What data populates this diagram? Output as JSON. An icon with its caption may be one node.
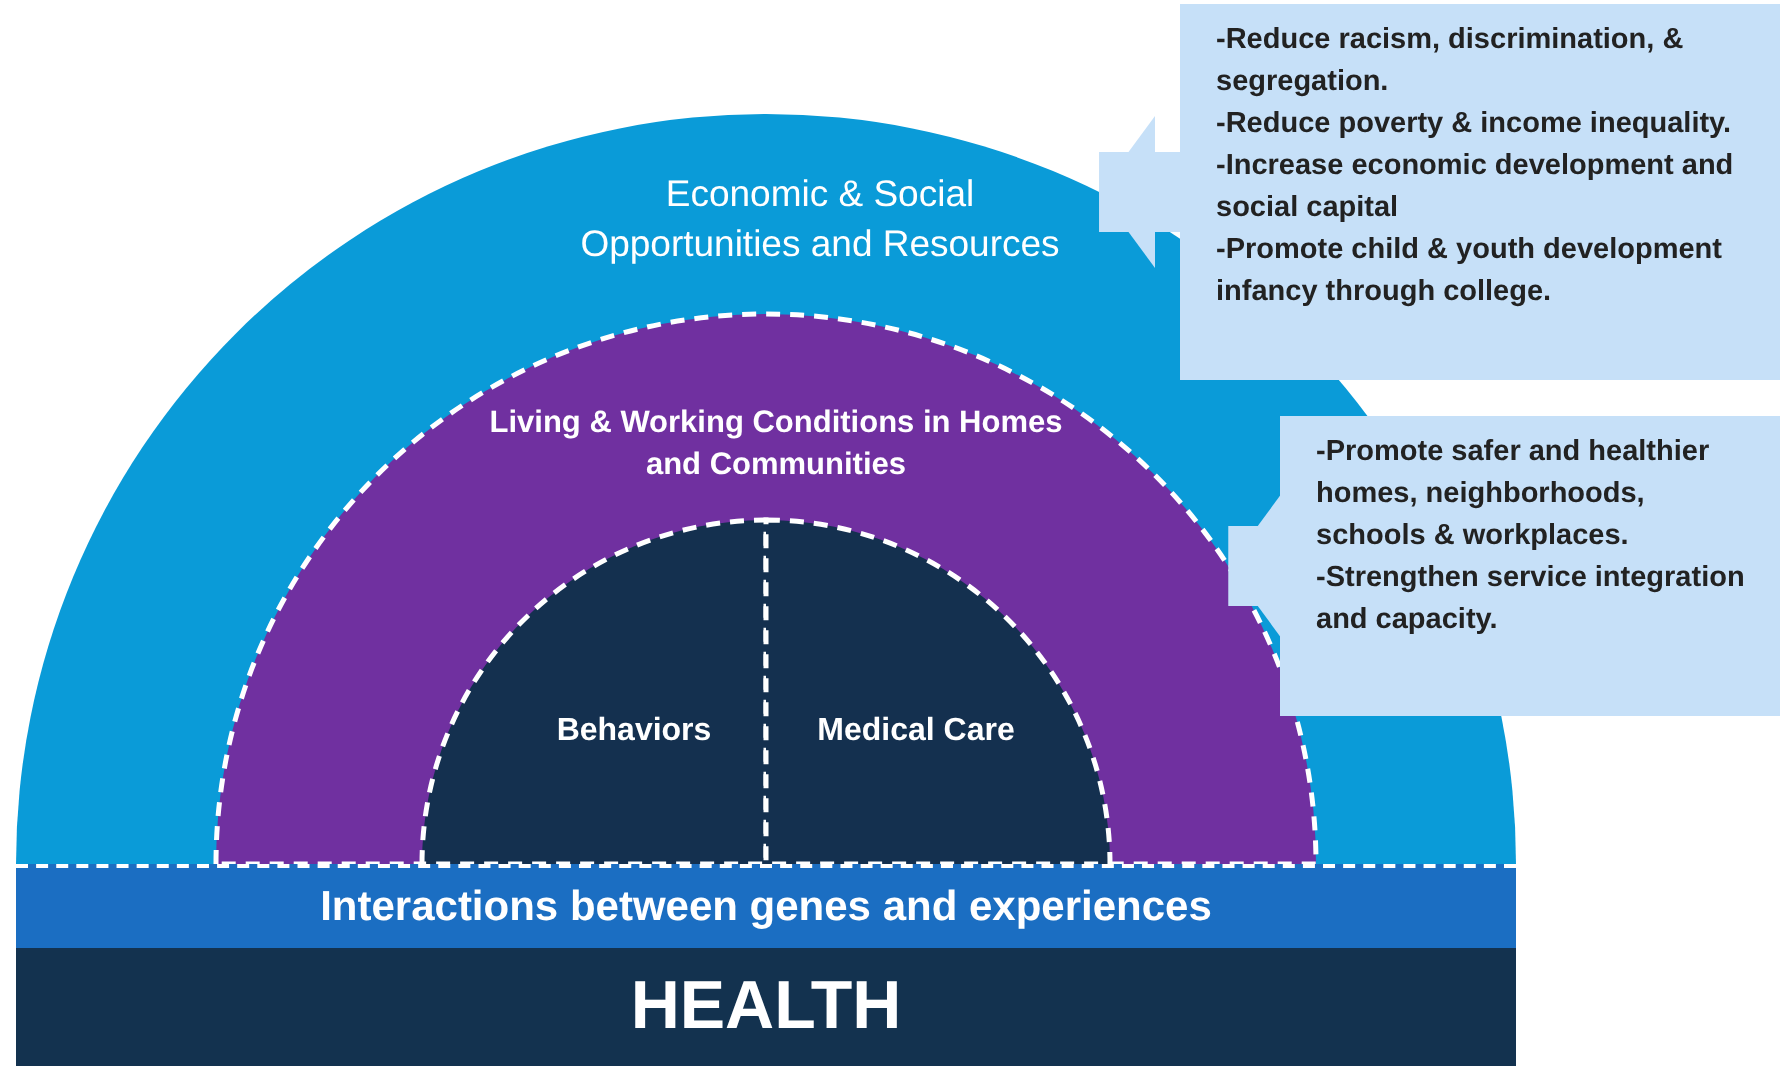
{
  "diagram": {
    "nodes": [
      {
        "text": [
          "Economic & Social Opportunities and Resources"
        ]
      },
      {
        "text": [
          "Living & Working Conditions in Homes and Communities"
        ],
        "in": 0
      },
      {
        "text": [
          "Behaviors"
        ],
        "in": 1
      },
      {
        "text": [
          "Medical Care"
        ],
        "in": 1
      },
      {
        "text": [
          "Interactions between genes and experiences"
        ]
      },
      {
        "text": [
          "HEALTH"
        ]
      },
      {
        "text": [
          "-Reduce racism, discrimination, & segregation.",
          "-Reduce poverty & income inequality.",
          "-Increase economic development and social capital",
          "-Promote child & youth development infancy through college."
        ]
      },
      {
        "text": [
          "-Promote safer and healthier homes, neighborhoods, schools & workplaces.",
          "-Strengthen service integration and capacity."
        ]
      }
    ],
    "edges": [
      {
        "from": 6,
        "to": 0,
        "arrow": "to"
      },
      {
        "from": 7,
        "to": 1,
        "arrow": "to"
      }
    ]
  }
}
